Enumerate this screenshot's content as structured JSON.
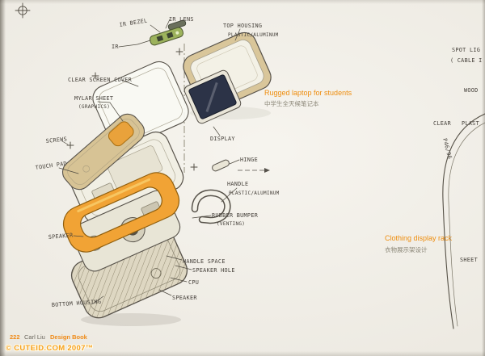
{
  "colors": {
    "paper": "#f3f0e8",
    "accent_orange": "#ee8d0e",
    "bumper_orange": "#f1a335",
    "housing_tan": "#d9c69a",
    "screen_navy": "#2c3347",
    "ir_board_green": "#9cb25c"
  },
  "captions": {
    "laptop_title": "Rugged laptop for students",
    "laptop_title_zh": "中学生全天候笔记本",
    "rack_title": "Clothing display rack",
    "rack_title_zh": "衣物展示架设计"
  },
  "labels": {
    "ir_bezel": "IR BEZEL",
    "ir_lens": "IR LENS",
    "ir": "IR",
    "top_housing": "TOP HOUSING",
    "top_housing_material": "PLASTIC/ALUMINUM",
    "clear_screen_cover": "CLEAR SCREEN COVER",
    "mylar_sheet": "MYLAR SHEET",
    "mylar_sheet_note": "(GRAPHICS)",
    "screws": "SCREWS",
    "touch_pad": "TOUCH PAD",
    "display": "DISPLAY",
    "hinge": "HINGE",
    "handle": "HANDLE",
    "handle_material": "PLASTIC/ALUMINUM",
    "rubber_bumper": "RUBBER BUMPER",
    "rubber_bumper_note": "(VENTING)",
    "speaker_left": "SPEAKER",
    "handle_space": "HANDLE SPACE",
    "speaker_hole": "SPEAKER HOLE",
    "cpu": "CPU",
    "speaker_bottom": "SPEAKER",
    "bottom_housing": "BOTTOM HOUSING"
  },
  "right_page": {
    "spot_light": "SPOT LIG",
    "cable": "( CABLE I",
    "wood": "WOOD",
    "clear": "CLEAR",
    "plastic": "PLAST",
    "code": "P46/96",
    "sheet": "SHEET"
  },
  "footer": {
    "page_number": "222",
    "author": "Carl Liu",
    "book_title": "Design Book"
  },
  "watermark": "© CUTEID.COM 2007™"
}
